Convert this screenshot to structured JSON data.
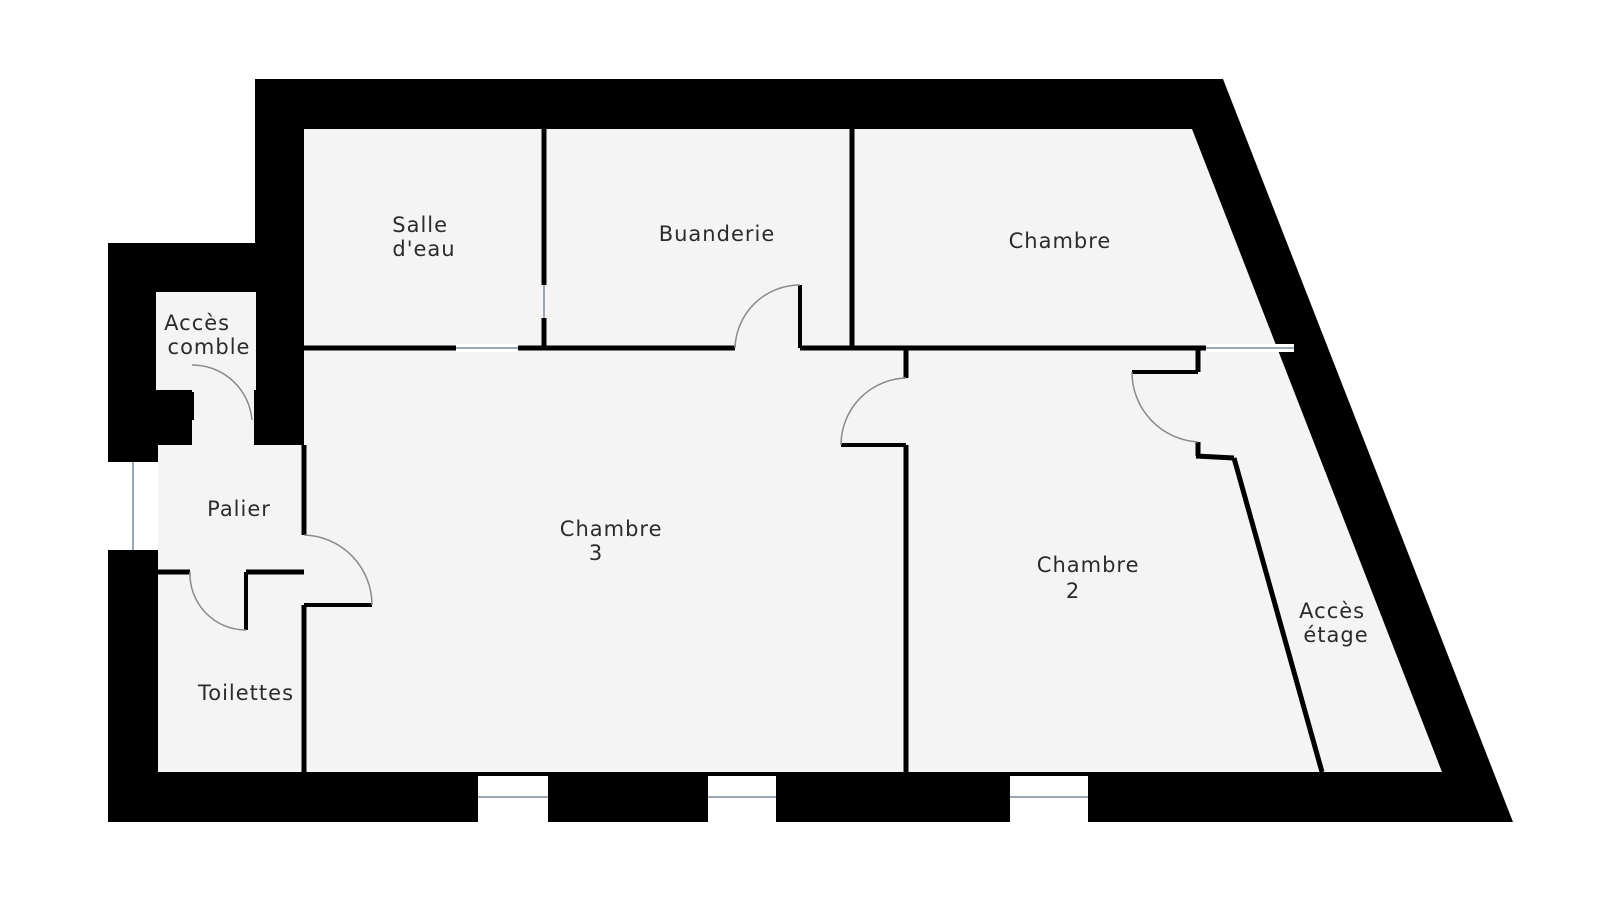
{
  "rooms": {
    "salle_deau": [
      "Salle",
      "d'eau"
    ],
    "buanderie": [
      "Buanderie"
    ],
    "chambre": [
      "Chambre"
    ],
    "acces_comble": [
      "Accès",
      "comble"
    ],
    "palier": [
      "Palier"
    ],
    "chambre_3": [
      "Chambre",
      "3"
    ],
    "chambre_2": [
      "Chambre",
      "2"
    ],
    "acces_etage": [
      "Accès",
      "étage"
    ],
    "toilettes": [
      "Toilettes"
    ]
  },
  "colors": {
    "wall": "#000000",
    "floor": "#f4f4f4",
    "label": "#2b2b2b",
    "window": "#9aa6b3"
  }
}
